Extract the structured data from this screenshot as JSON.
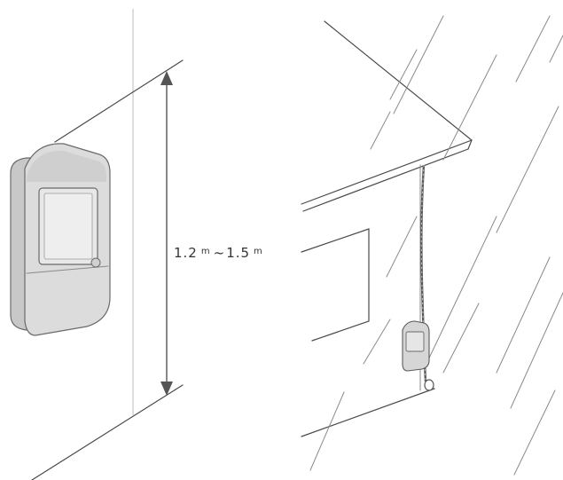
{
  "dimension_label": {
    "low_value": "1.2",
    "low_unit": "m",
    "separator": "~",
    "high_value": "1.5",
    "high_unit": "m"
  },
  "colors": {
    "line": "#4a4a4a",
    "sensor_body": "#dcdcdc",
    "sensor_shade": "#c4c4c4",
    "sensor_lens": "#e6e6e6"
  }
}
